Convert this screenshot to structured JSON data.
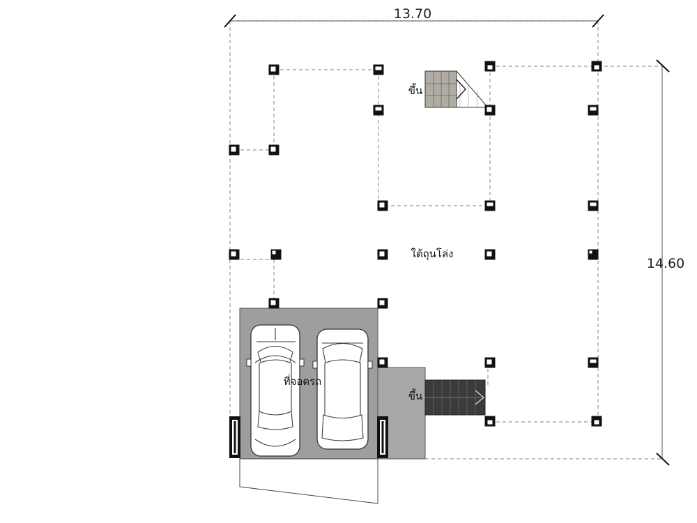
{
  "dimensions": {
    "width_label": "13.70",
    "depth_label": "14.60"
  },
  "rooms": {
    "open_space_label": "ใต้ถุนโล่ง",
    "carport_label": "ที่จอดรถ"
  },
  "stairs": {
    "upper_label": "ขึ้น",
    "lower_label": "ขึ้น"
  },
  "colors": {
    "carport_fill": "#9e9e9e",
    "landing_fill": "#a8a8a8",
    "stair_fill_dark": "#3b3b3b",
    "stair_fill_light": "#b0aca4",
    "column_fill": "#111111"
  }
}
